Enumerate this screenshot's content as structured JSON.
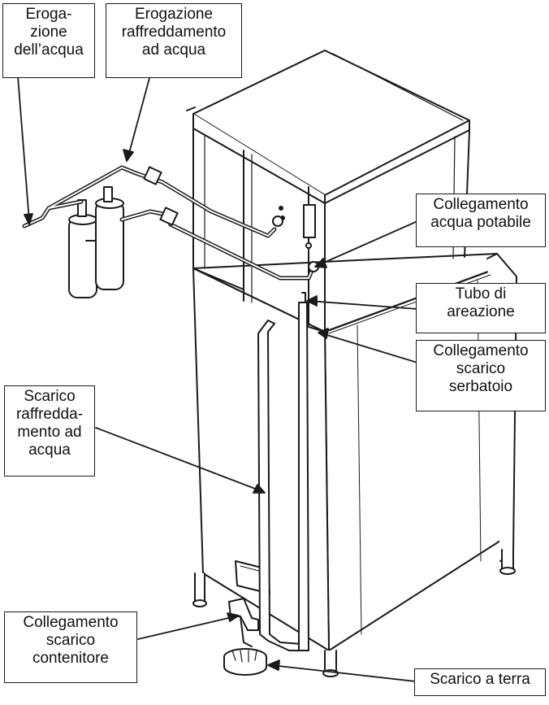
{
  "labels": {
    "erogazione_acqua": [
      "Eroga-",
      "zione",
      "dell’acqua"
    ],
    "erogazione_raffreddamento": [
      "Erogazione",
      "raffreddamento",
      "ad acqua"
    ],
    "acqua_potabile": [
      "Collegamento",
      "acqua potabile"
    ],
    "tubo_areazione": [
      "Tubo di",
      "areazione"
    ],
    "scarico_serbatoio": [
      "Collegamento",
      "scarico",
      "serbatoio"
    ],
    "scarico_raffreddamento": [
      "Scarico",
      "raffredda-",
      "mento ad",
      "acqua"
    ],
    "scarico_contenitore": [
      "Collegamento",
      "scarico",
      "contenitore"
    ],
    "scarico_terra": [
      "Scarico a terra"
    ]
  },
  "colors": {
    "line": "#1a1a1a",
    "fill": "#ffffff",
    "shade": "#d9d9d9"
  }
}
